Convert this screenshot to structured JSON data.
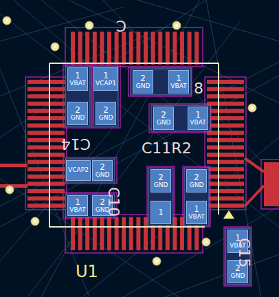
{
  "diagram": {
    "nodes": [
      {
        "text": [
          "1",
          "VBAT"
        ]
      },
      {
        "text": [
          "2",
          "GND"
        ]
      },
      {
        "text": [
          "1",
          "VCAP1"
        ]
      },
      {
        "text": [
          "2",
          "GND"
        ]
      },
      {
        "text": [
          "2",
          "GND"
        ]
      },
      {
        "text": [
          "1",
          "VBAT"
        ]
      },
      {
        "text": [
          "2",
          "GND"
        ]
      },
      {
        "text": [
          "1",
          "VBAT"
        ]
      },
      {
        "text": [
          "VCAP2"
        ]
      },
      {
        "text": [
          "2",
          "GND"
        ]
      },
      {
        "text": [
          "1",
          "VBAT"
        ]
      },
      {
        "text": [
          "2",
          "GND"
        ]
      },
      {
        "text": [
          "2",
          "GND"
        ]
      },
      {
        "text": [
          "1"
        ]
      },
      {
        "text": [
          "2",
          "GND"
        ]
      },
      {
        "text": [
          "1",
          "VBAT"
        ]
      },
      {
        "text": [
          "1",
          "VBAT"
        ]
      },
      {
        "text": [
          "2",
          "GND"
        ]
      }
    ],
    "labels": [
      "C",
      "C14",
      "C11R2",
      "C10",
      "8",
      "C15",
      "U1"
    ]
  }
}
